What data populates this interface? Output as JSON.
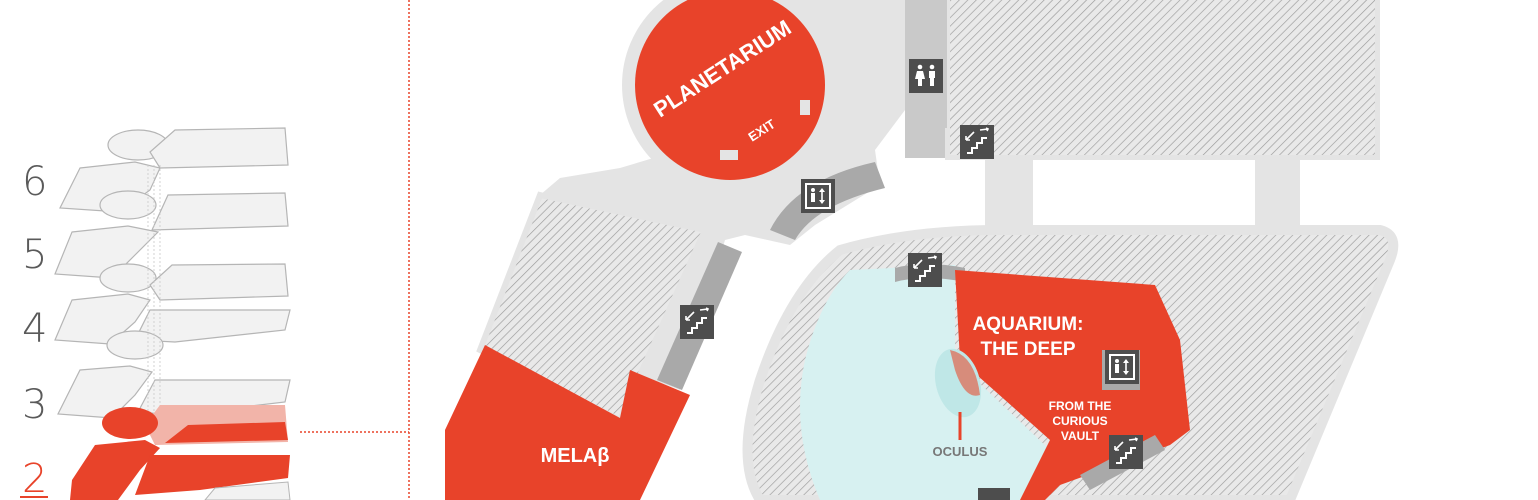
{
  "colors": {
    "accent": "#e8432a",
    "floor": "#e4e4e4",
    "wall": "#c9c9c9",
    "ramp": "#a9a9a9",
    "hatch_line": "#9a9a9a",
    "water": "#d7f1f1",
    "icon_bg": "#4d4d4d",
    "inactive_number": "#5a5a5a"
  },
  "floor_selector": {
    "floors": [
      {
        "number": "6",
        "active": false
      },
      {
        "number": "5",
        "active": false
      },
      {
        "number": "4",
        "active": false
      },
      {
        "number": "3",
        "active": false
      },
      {
        "number": "2",
        "active": true
      }
    ]
  },
  "map": {
    "labels": {
      "planetarium": "PLANETARIUM",
      "exit": "EXIT",
      "aquarium_line1": "AQUARIUM:",
      "aquarium_line2": "THE DEEP",
      "vault_line1": "FROM THE",
      "vault_line2": "CURIOUS",
      "vault_line3": "VAULT",
      "oculus": "OCULUS",
      "melab": "MELAβ"
    },
    "icons": [
      {
        "name": "restroom-icon",
        "type": "restroom"
      },
      {
        "name": "stairs-icon",
        "type": "stairs"
      },
      {
        "name": "elevator-icon",
        "type": "elevator"
      },
      {
        "name": "stairs-icon",
        "type": "stairs"
      },
      {
        "name": "stairs-icon",
        "type": "stairs"
      },
      {
        "name": "elevator-icon",
        "type": "elevator"
      },
      {
        "name": "stairs-icon",
        "type": "stairs"
      }
    ]
  }
}
